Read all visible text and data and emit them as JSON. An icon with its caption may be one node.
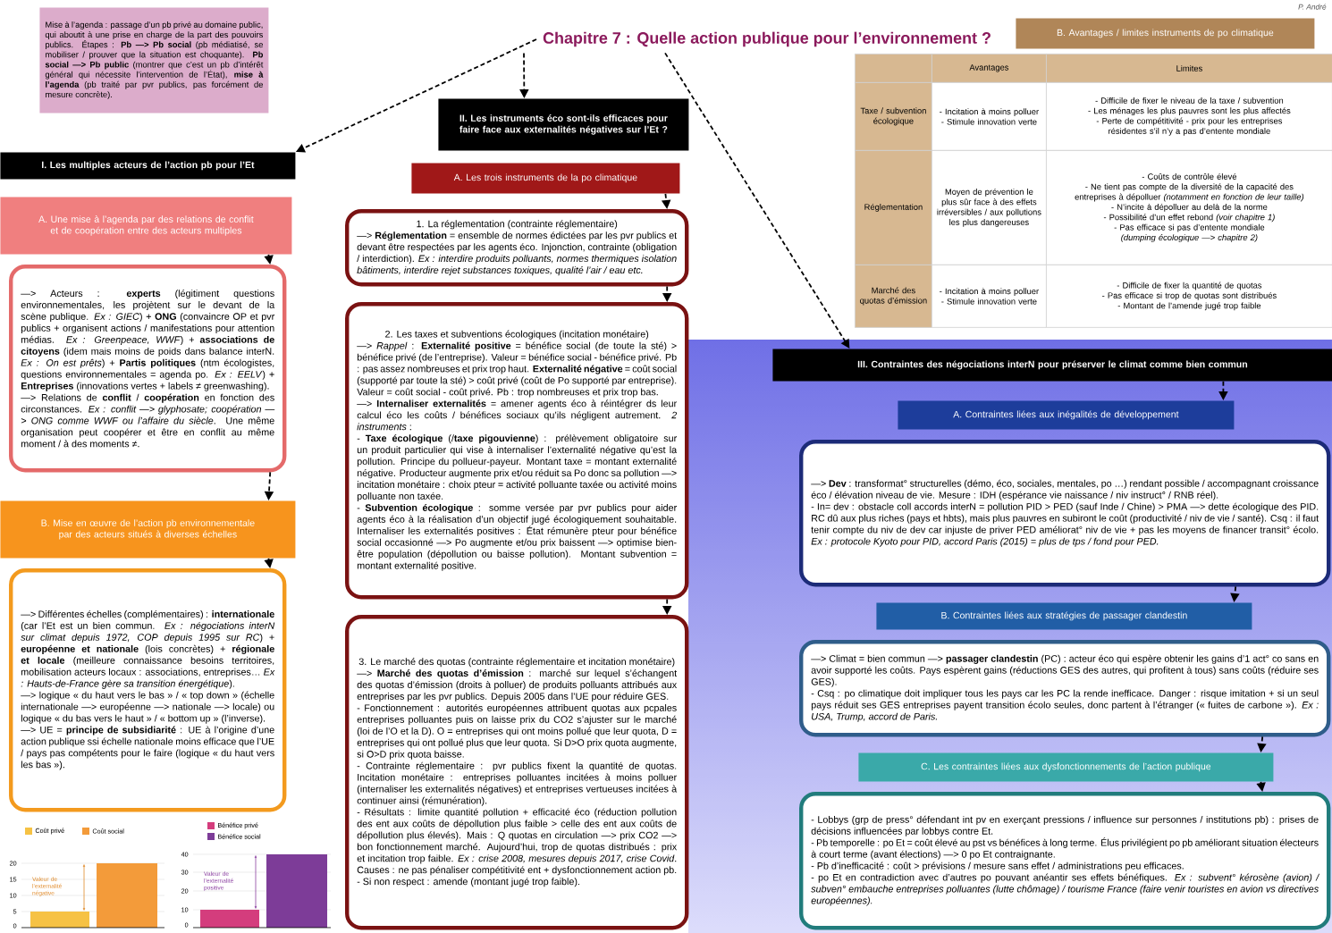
{
  "diagram": {
    "nodes": [
      {
        "text": [
          "Chapitre 7 : Quelle action publique pour l’environnement ?"
        ]
      },
      {
        "text": [
          "Mise à l’agenda : passage d’un pb privé au domaine public, qui aboutit à une prise en charge de la part des pouvoirs publics. Étapes : **Pb —> Pb social** (pb médiatisé, se mobiliser / prouver que la situation est choquante). **Pb social —> Pb public** (montrer que c’est un pb d’intérêt général qui nécessite l’intervention de l’État), **mise à l’agenda** (pb traité par pvr publics, pas forcément de mesure concrète)."
        ]
      },
      {
        "text": [
          "I. Les multiples acteurs de l’action pb pour l’Et"
        ]
      },
      {
        "text": [
          "A. Une mise à l’agenda par des relations de conflit et de coopération entre des acteurs multiples"
        ]
      },
      {
        "text": [
          "—> Acteurs : **experts** (légitiment questions environnementales, les projètent sur le devant de la scène publique. *Ex : GIEC*) + **ONG** (convaincre OP et pvr publics + organisent actions / manifestations pour attention médias. *Ex : Greenpeace, WWF*) + **associations de citoyens** (idem mais moins de poids dans balance interN. *Ex : On est prêts*) + **Partis politiques** (ntm écologistes, questions environnementales = agenda po. *Ex : EELV*) + **Entreprises** (innovations vertes + labels ≠ greenwashing).",
          "—> Relations de **conflit** / **coopération** en fonction des circonstances. *Ex : conflit —> glyphosate; coopération —> ONG comme WWF ou l’affaire du siècle*. Une même organisation peut coopérer et être en conflit au même moment / à des moments ≠."
        ]
      },
      {
        "text": [
          "B. Mise en œuvre de l’action pb environnementale par des acteurs situés à diverses échelles"
        ]
      },
      {
        "text": [
          "—> Différentes échelles (complémentaires) : **internationale** (car l’Et est un bien commun. *Ex : négociations interN sur climat depuis 1972, COP depuis 1995 sur RC*) + **européenne et nationale** (lois concrètes) + **régionale et locale** (meilleure connaissance besoins territoires, mobilisation acteurs locaux : associations, entreprises… *Ex : Hauts-de-France gère sa transition énergétique*).",
          "—> logique « du haut vers le bas » / « top down » (échelle internationale —> européenne —> nationale —> locale) ou logique « du bas vers le haut » / « bottom up » (l’inverse).",
          "—> UE = **principe de subsidiarité** : UE à l’origine d’une action publique ssi échelle nationale moins efficace que l’UE / pays pas compétents pour le faire (logique « du haut vers les bas »)."
        ]
      },
      {
        "text": [
          "II. Les instruments éco sont-ils efficaces pour faire face aux externalités négatives sur l’Et ?"
        ]
      },
      {
        "text": [
          "A. Les trois instruments de la po climatique"
        ]
      },
      {
        "text": [
          "1. La réglementation (contrainte réglementaire)",
          "—> **Réglementation** = ensemble de normes édictées par les pvr publics et devant être respectées par les agents éco. Injonction, contrainte (obligation / interdiction). *Ex : interdire produits polluants, normes thermiques isolation bâtiments, interdire rejet substances toxiques, qualité l’air / eau etc.*"
        ]
      },
      {
        "text": [
          "2. Les taxes et subventions écologiques (incitation monétaire)",
          "—> *Rappel* : **Externalité positive** = bénéfice social (de toute la sté) > bénéfice privé (de l’entreprise). Valeur = bénéfice social - bénéfice privé. Pb : pas assez nombreuses et prix trop haut. **Externalité négative** = coût social (supporté par toute la sté) > coût privé (coût de Po supporté par entreprise). Valeur = coût social - coût privé. Pb : trop nombreuses et prix trop bas.",
          "—> **Internaliser externalités** = amener agents éco à réintégrer ds leur calcul éco les coûts / bénéfices sociaux qu’ils négligent autrement. *2 instruments* :",
          "- **Taxe écologique** (/**taxe pigouvienne**) : prélèvement obligatoire sur un produit particulier qui vise à internaliser l’externalité négative qu’est la pollution. Principe du pollueur-payeur. Montant taxe = montant externalité négative. Producteur augmente prix et/ou réduit sa Po donc sa pollution —> incitation monétaire : choix pteur = activité polluante taxée ou activité moins polluante non taxée.",
          "- **Subvention écologique** : somme versée par pvr publics pour aider agents éco à la réalisation d’un objectif jugé écologiquement souhaitable. Internaliser les externalités positives : État rémunère pteur pour bénéfice social occasionné —> Po augmente et/ou prix baissent —> optimise bien-être population (dépollution ou baisse pollution). Montant subvention = montant externalité positive."
        ]
      },
      {
        "text": [
          "3. Le marché des quotas (contrainte réglementaire et incitation monétaire)",
          "—> **Marché des quotas d’émission** : marché sur lequel s’échangent des quotas d’émission (droits à polluer) de produits polluants attribués aux entreprises par les pvr publics. Depuis 2005 dans l’UE pour réduire GES.",
          "- Fonctionnement : autorités européennes attribuent quotas aux pcpales entreprises polluantes puis on laisse prix du CO2 s’ajuster sur le marché (loi de l’O et la D). O = entreprises qui ont moins pollué que leur quota, D = entreprises qui ont pollué plus que leur quota. Si D>O prix quota augmente, si O>D prix quota baisse.",
          "- Contrainte réglementaire : pvr publics fixent la quantité de quotas. Incitation monétaire : entreprises polluantes incitées à moins polluer (internaliser les externalités négatives) et entreprises vertueuses incitées à continuer ainsi (rémunération).",
          "- Résultats : limite quantité pollution + efficacité éco (réduction pollution des ent aux coûts de dépollution plus faible > celle des ent aux coûts de dépollution plus élevés). Mais : Q quotas en circulation —> prix CO2 —> bon fonctionnement marché. Aujourd’hui, trop de quotas distribués : prix et incitation trop faible. *Ex : crise 2008, mesures depuis 2017, crise Covid*. Causes : ne pas pénaliser compétitivité ent + dysfonctionnement action pb.",
          "- Si non respect : amende (montant jugé trop faible)."
        ]
      },
      {
        "text": [
          "B. Avantages / limites instruments de po climatique"
        ]
      },
      {
        "text": [
          "III. Contraintes des négociations interN pour préserver le climat comme bien commun"
        ]
      },
      {
        "text": [
          "A. Contraintes liées aux inégalités de développement"
        ]
      },
      {
        "text": [
          "—> **Dev** : transformat° structurelles (démo, éco, sociales, mentales, po …) rendant possible / accompagnant croissance éco / élévation niveau de vie. Mesure : IDH (espérance vie naissance / niv instruct° / RNB réel).",
          "- In= dev : obstacle coll accords interN = pollution PID > PED (sauf Inde / Chine) > PMA —> dette écologique des PID. RC dû aux plus riches (pays et hbts), mais plus pauvres en subiront le coût (productivité / niv de vie / santé). Csq : il faut tenir compte du niv de dev car injuste de priver PED améliorat° niv de vie + pas les moyens de financer transit° écolo. *Ex : protocole Kyoto pour PID, accord Paris (2015) = plus de tps / fond pour PED.*"
        ]
      },
      {
        "text": [
          "B. Contraintes liées aux stratégies de passager clandestin"
        ]
      },
      {
        "text": [
          "—> Climat = bien commun —> **passager clandestin** (PC) : acteur éco qui espère obtenir les gains d’1 act° co sans en avoir supporté les coûts. Pays espèrent gains (réductions GES des autres, qui profitent à tous) sans coûts (réduire ses GES).",
          "- Csq : po climatique doit impliquer tous les pays car les PC la rende inefficace. Danger : risque imitation + si un seul pays réduit ses GES entreprises payent transition écolo seules, donc partent à l’étranger (« fuites de carbone »). *Ex : USA, Trump, accord de Paris.*"
        ]
      },
      {
        "text": [
          "C. Les contraintes liées aux dysfonctionnements de l’action publique"
        ]
      },
      {
        "text": [
          "- Lobbys (grp de press° défendant int pv en exerçant pressions / influence sur personnes / institutions pb) : prises de décisions influencées par lobbys contre Et.",
          "- Pb temporelle : po Et = coût élevé au pst vs bénéfices à long terme. Élus privilégient po pb améliorant situation électeurs à court terme (avant élections) —> 0 po Et contraignante.",
          "- Pb d’inefficacité : coût > prévisions / mesure sans effet / administrations peu efficaces.",
          "- po Et en contradiction avec d’autres po pouvant anéantir ses effets bénéfiques. *Ex : subvent° kérosène (avion) / subven° embauche entreprises polluantes (lutte chômage) / tourisme France (faire venir touristes en avion vs directives européennes).*"
        ]
      }
    ],
    "edges": [
      {
        "from": 0,
        "to": 2,
        "arrow": "to"
      },
      {
        "from": 0,
        "to": 7,
        "arrow": "to"
      },
      {
        "from": 0,
        "to": 13,
        "arrow": "to"
      },
      {
        "from": 3,
        "to": 4,
        "arrow": "to"
      },
      {
        "from": 4,
        "to": 5,
        "arrow": "to"
      },
      {
        "from": 5,
        "to": 6,
        "arrow": "to"
      },
      {
        "from": 8,
        "to": 9,
        "arrow": "to"
      },
      {
        "from": 9,
        "to": 10,
        "arrow": "to"
      },
      {
        "from": 10,
        "to": 11,
        "arrow": "to"
      },
      {
        "from": 13,
        "to": 14,
        "arrow": "to"
      },
      {
        "from": 15,
        "to": 16,
        "arrow": "to"
      },
      {
        "from": 17,
        "to": 18,
        "arrow": "to"
      },
      {
        "from": 18,
        "to": 19,
        "arrow": "to"
      }
    ],
    "labels": [
      "P. André",
      "Avantages",
      "Limites",
      "Taxe / subvention écologique",
      "- Incitation à moins polluer",
      "- Stimule innovation verte",
      "- Difficile de fixer le niveau de la taxe / subvention",
      "- Les ménages les plus pauvres sont les plus affectés",
      "- Perte de compétitivité - prix pour les entreprises résidentes s’il n’y a pas d’entente mondiale",
      "Réglementation",
      "Moyen de prévention le plus sûr face à des effets irréversibles / aux pollutions les plus dangereuses",
      "- Coûts de contrôle élevé",
      "- Ne tient pas compte de la diversité de la capacité des entreprises à dépolluer *(notamment en fonction de leur taille)*",
      "- N’incite à dépolluer au delà de la norme",
      "- Possibilité d’un effet rebond *(voir chapitre 1)*",
      "- Pas efficace si pas d’entente mondiale *(dumping écologique —> chapitre 2)*",
      "Marché des quotas d’émission",
      "- Incitation à moins polluer",
      "- Stimule innovation verte",
      "- Difficile de fixer la quantité de quotas",
      "- Pas efficace si trop de quotas sont distribués",
      "- Montant de l’amende jugé trop faible",
      "20",
      "15",
      "10",
      "5",
      "0",
      "Valeur de l’externalité négative",
      "40",
      "30",
      "20",
      "10",
      "0",
      "Valeur de l’externalité positive"
    ],
    "legend": [
      {
        "text": "Coût privé",
        "color": "#f6c244"
      },
      {
        "text": "Coût social",
        "color": "#f39b3a"
      },
      {
        "text": "Bénéfice privé",
        "color": "#d43d7d"
      },
      {
        "text": "Bénéfice social",
        "color": "#7d3c98"
      }
    ]
  }
}
